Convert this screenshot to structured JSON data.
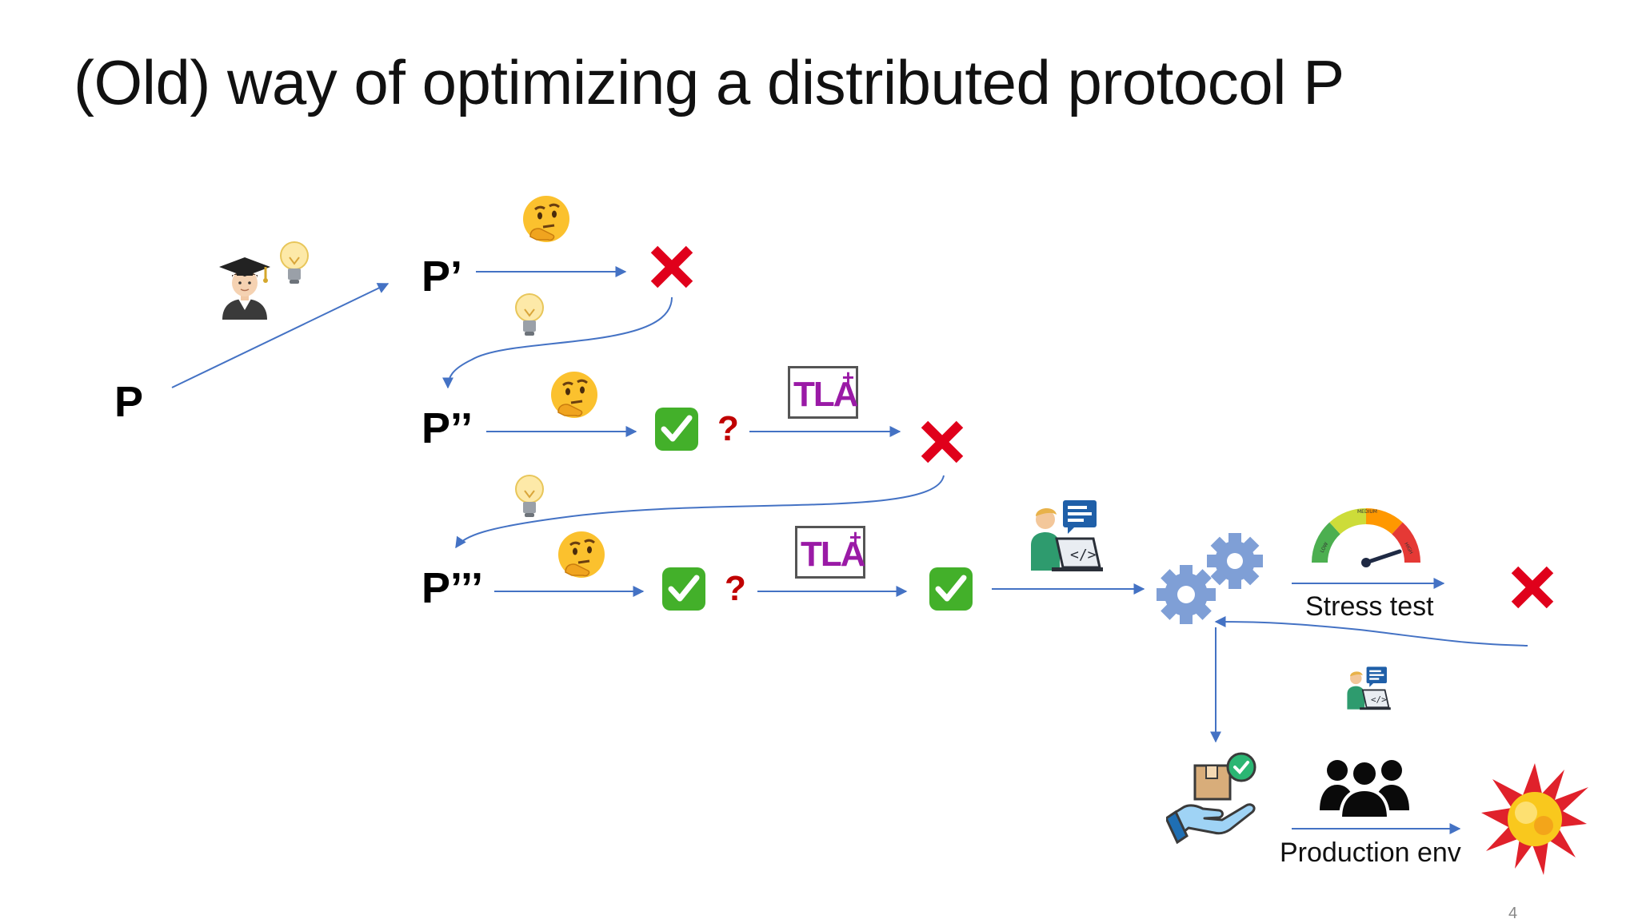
{
  "slide": {
    "title": "(Old) way of optimizing a distributed protocol P",
    "page_number": "4"
  },
  "labels": {
    "p": "P",
    "p1": "P’",
    "p2": "P’’",
    "p3": "P’’’"
  },
  "tla": {
    "text": "TLA",
    "plus": "+"
  },
  "question_mark": "?",
  "captions": {
    "stress_test": "Stress test",
    "production_env": "Production env"
  },
  "gauge_labels": {
    "low": "LOW",
    "medium": "MEDIUM",
    "high": "HIGH"
  },
  "icons": [
    "student-icon",
    "lightbulb-icon",
    "thinking-face-icon",
    "cross-mark-icon",
    "check-mark-icon",
    "tla-logo-icon",
    "developer-laptop-icon",
    "gears-icon",
    "gauge-icon",
    "package-hand-icon",
    "people-icon",
    "explosion-icon"
  ],
  "colors": {
    "arrow": "#4472c4",
    "cross": "#e0001b",
    "check": "#43b02a",
    "tla": "#9a1aa6",
    "question": "#c00000",
    "gear": "#7f9fd6"
  }
}
